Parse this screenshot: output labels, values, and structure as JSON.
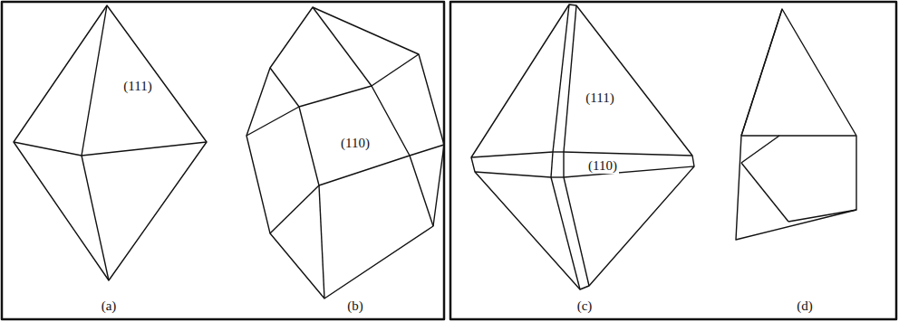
{
  "diagram": {
    "labels": [
      "(111)",
      "(110)",
      "(111)",
      "(110)",
      "(a)",
      "(b)",
      "(c)",
      "(d)"
    ]
  }
}
